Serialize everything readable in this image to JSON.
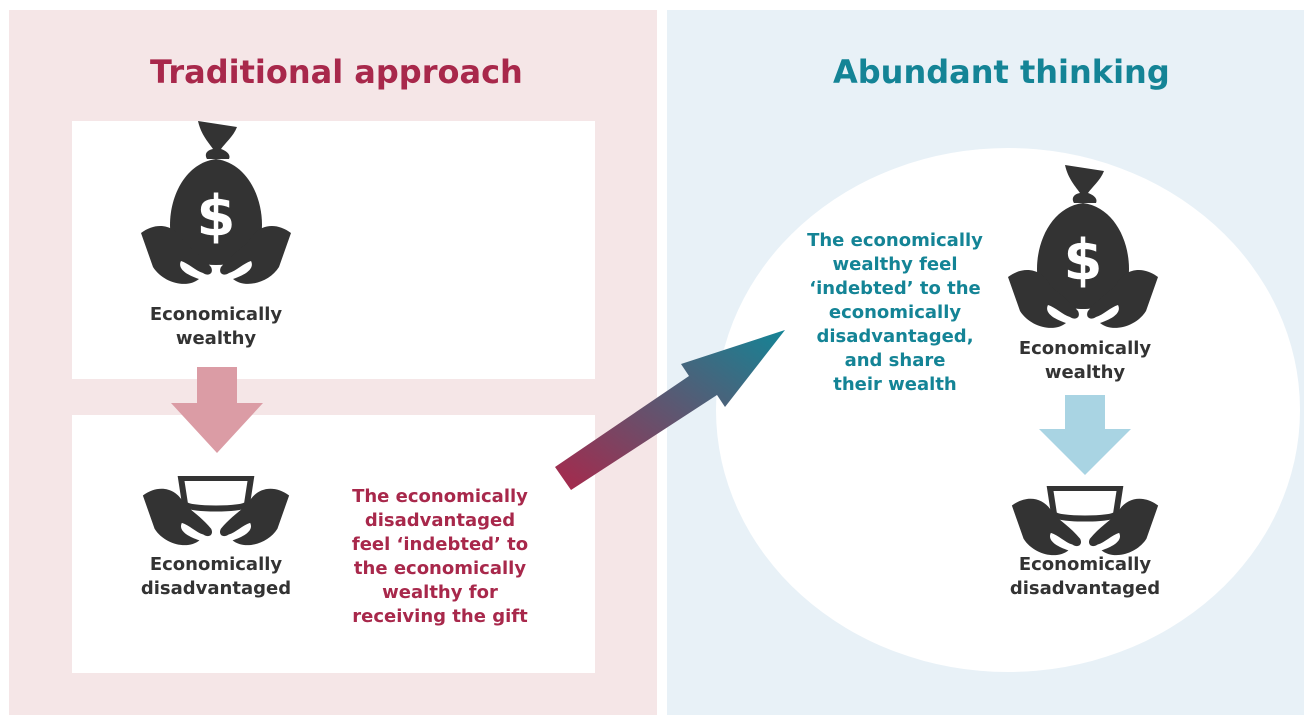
{
  "colors": {
    "traditional_accent": "#a8284b",
    "abundant_accent": "#148496",
    "icon": "#333333",
    "down_arrow_left": "#db9ca5",
    "down_arrow_right": "#a9d4e3"
  },
  "left": {
    "title": "Traditional approach",
    "wealthy_label_1": "Economically",
    "wealthy_label_2": "wealthy",
    "disadvantaged_label_1": "Economically",
    "disadvantaged_label_2": "disadvantaged",
    "note_lines": [
      "The economically",
      "disadvantaged",
      "feel ‘indebted’ to",
      "the economically",
      "wealthy for",
      "receiving the gift"
    ]
  },
  "right": {
    "title": "Abundant thinking",
    "wealthy_label_1": "Economically",
    "wealthy_label_2": "wealthy",
    "disadvantaged_label_1": "Economically",
    "disadvantaged_label_2": "disadvantaged",
    "note_lines": [
      "The economically",
      "wealthy feel",
      "‘indebted’ to the",
      "economically",
      "disadvantaged,",
      "and share",
      "their wealth"
    ]
  },
  "icons": {
    "money_bag": "money-bag-hands-icon",
    "empty_bowl": "empty-bowl-hands-icon",
    "currency_symbol": "$"
  }
}
